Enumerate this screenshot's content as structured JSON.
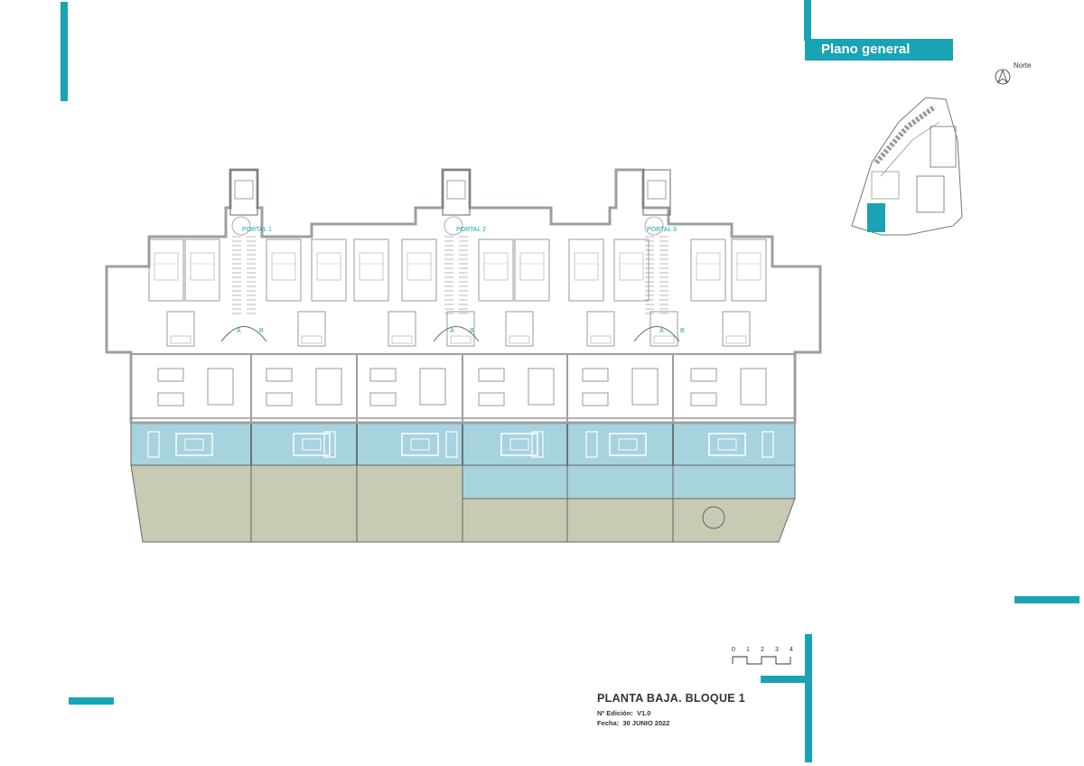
{
  "header": {
    "badge_label": "Plano general",
    "north_label": "Norte"
  },
  "plan": {
    "portals": [
      "PORTAL 1",
      "PORTAL 2",
      "PORTAL 3"
    ],
    "door_labels": [
      "A",
      "B"
    ]
  },
  "scale_bar": {
    "ticks": [
      "0",
      "1",
      "2",
      "3",
      "4"
    ]
  },
  "title_block": {
    "title": "PLANTA BAJA.  BLOQUE 1",
    "edition_label": "Nº Edición:",
    "edition_value": "V1.0",
    "date_label": "Fecha:",
    "date_value": "30 JUNIO 2022"
  },
  "colors": {
    "accent": "#1aa3b5",
    "terrace": "#a6d3dd",
    "garden": "#c7cbb3",
    "wall": "#9aa0a3"
  }
}
